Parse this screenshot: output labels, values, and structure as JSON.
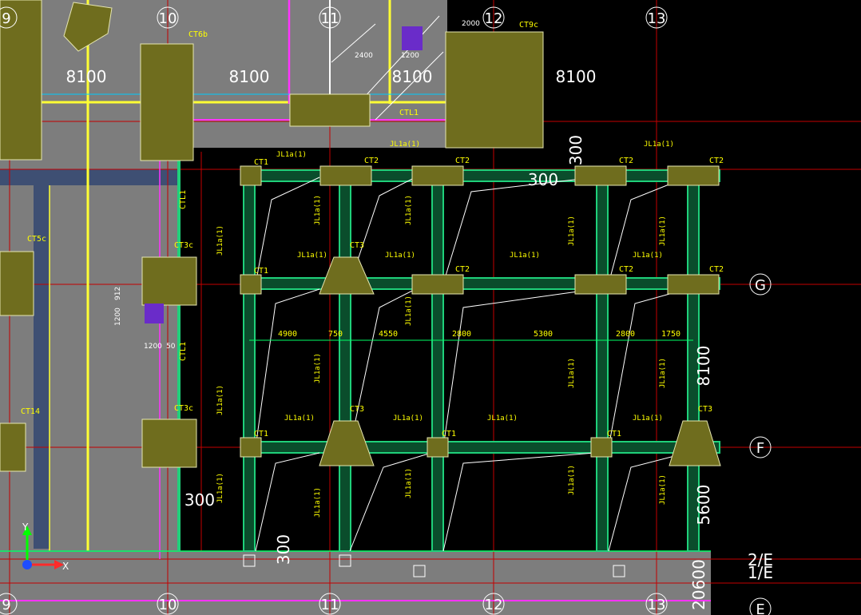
{
  "colors": {
    "background": "#000000",
    "slab": "#7d7d7d",
    "pilecap": "#6f6d1e",
    "beam": "#1fd07a",
    "axis": "#c40000",
    "wall": "#ffff33",
    "pink": "#ff33ff",
    "text_yellow": "#ffff00",
    "text_white": "#ffffff"
  },
  "grid_axes": {
    "columns": [
      "9",
      "10",
      "11",
      "12",
      "13"
    ],
    "rows": [
      "G",
      "F",
      "2/E",
      "1/E",
      "E"
    ]
  },
  "span_dims": [
    "8100",
    "8100",
    "8100",
    "8100"
  ],
  "big_dims": {
    "top_300": "300",
    "top_300_vertical": "300",
    "right_8100": "8100",
    "right_5600": "5600",
    "left_300": "300",
    "bottom_300": "300",
    "bottom_right": "20600"
  },
  "mid_dims": [
    "4900",
    "750",
    "4550",
    "2800",
    "5300",
    "2800",
    "1750"
  ],
  "cap_labels": {
    "ct1": "CT1",
    "ct2": "CT2",
    "ct3": "CT3",
    "ct3c": "CT3c",
    "ct5c": "CT5c",
    "ct6b": "CT6b",
    "ct9c": "CT9c",
    "ct14": "CT14",
    "ctl1": "CTL1"
  },
  "beam_label": "JL1a(1)",
  "opening_dims": {
    "d2400": "2400",
    "d1200": "1200",
    "d2000": "2000",
    "d912": "912",
    "d1200b": "1200",
    "d50": "50"
  },
  "axis_icon": {
    "x": "X",
    "y": "Y"
  }
}
